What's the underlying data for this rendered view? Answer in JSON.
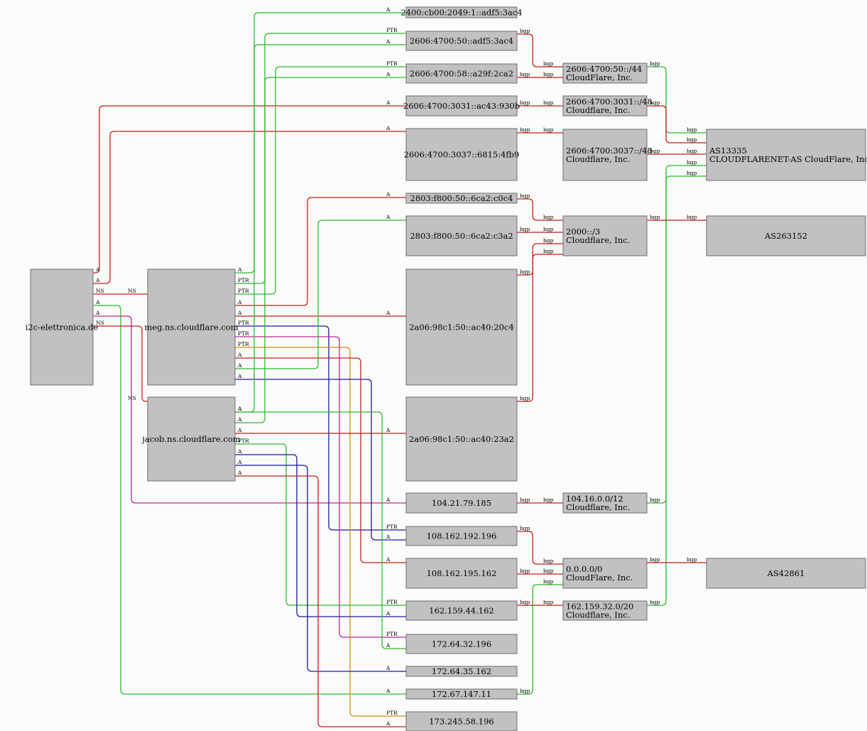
{
  "colors": {
    "red": "#c41e1e",
    "green": "#2eb82e",
    "magenta": "#c0239a",
    "blue": "#1a1a9e",
    "orange": "#d98c10",
    "node_fill": "#c2c0c2"
  },
  "nodes": [
    {
      "id": "domain",
      "lines": [
        "i2c-elettronica.de"
      ]
    },
    {
      "id": "meg",
      "lines": [
        "meg.ns.cloudflare.com"
      ]
    },
    {
      "id": "jacob",
      "lines": [
        "jacob.ns.cloudflare.com"
      ]
    },
    {
      "id": "ip1",
      "lines": [
        "2400:cb00:2049:1::adf5:3ac4"
      ]
    },
    {
      "id": "ip2",
      "lines": [
        "2606:4700:50::adf5:3ac4"
      ]
    },
    {
      "id": "ip3",
      "lines": [
        "2606:4700:58::a29f:2ca2"
      ]
    },
    {
      "id": "ip4",
      "lines": [
        "2606:4700:3031::ac43:930b"
      ]
    },
    {
      "id": "ip5",
      "lines": [
        "2606:4700:3037::6815:4fb9"
      ]
    },
    {
      "id": "ip6",
      "lines": [
        "2803:f800:50::6ca2:c0c4"
      ]
    },
    {
      "id": "ip7",
      "lines": [
        "2803:f800:50::6ca2:c3a2"
      ]
    },
    {
      "id": "ip8",
      "lines": [
        "2a06:98c1:50::ac40:20c4"
      ]
    },
    {
      "id": "ip9",
      "lines": [
        "2a06:98c1:50::ac40:23a2"
      ]
    },
    {
      "id": "ip10",
      "lines": [
        "104.21.79.185"
      ]
    },
    {
      "id": "ip11",
      "lines": [
        "108.162.192.196"
      ]
    },
    {
      "id": "ip12",
      "lines": [
        "108.162.195.162"
      ]
    },
    {
      "id": "ip13",
      "lines": [
        "162.159.44.162"
      ]
    },
    {
      "id": "ip14",
      "lines": [
        "172.64.32.196"
      ]
    },
    {
      "id": "ip15",
      "lines": [
        "172.64.35.162"
      ]
    },
    {
      "id": "ip16",
      "lines": [
        "172.67.147.11"
      ]
    },
    {
      "id": "ip17",
      "lines": [
        "173.245.58.196"
      ]
    },
    {
      "id": "pf1",
      "lines": [
        "2606:4700:50::/44",
        "CloudFlare, Inc."
      ]
    },
    {
      "id": "pf2",
      "lines": [
        "2606:4700:3031::/48",
        "Cloudflare, Inc."
      ]
    },
    {
      "id": "pf3",
      "lines": [
        "2606:4700:3037::/48",
        "Cloudflare, Inc."
      ]
    },
    {
      "id": "pf4",
      "lines": [
        "2000::/3",
        "Cloudflare, Inc."
      ]
    },
    {
      "id": "pf5",
      "lines": [
        "104.16.0.0/12",
        "Cloudflare, Inc."
      ]
    },
    {
      "id": "pf6",
      "lines": [
        "0.0.0.0/0",
        "CloudFlare, Inc."
      ]
    },
    {
      "id": "pf7",
      "lines": [
        "162.159.32.0/20",
        "Cloudflare, Inc."
      ]
    },
    {
      "id": "as1",
      "lines": [
        "AS13335",
        "CLOUDFLARENET-AS CloudFlare, Inc."
      ]
    },
    {
      "id": "as2",
      "lines": [
        "AS263152"
      ]
    },
    {
      "id": "as3",
      "lines": [
        "AS42861"
      ]
    }
  ],
  "edges": [
    {
      "from": "domain",
      "to": "ip4",
      "label": "A",
      "color": "red"
    },
    {
      "from": "domain",
      "to": "ip5",
      "label": "A",
      "color": "red"
    },
    {
      "from": "domain",
      "to": "meg",
      "label": "NS",
      "color": "red"
    },
    {
      "from": "domain",
      "to": "ip16",
      "label": "A",
      "color": "green"
    },
    {
      "from": "domain",
      "to": "ip10",
      "label": "A",
      "color": "magenta"
    },
    {
      "from": "domain",
      "to": "jacob",
      "label": "NS",
      "color": "red"
    },
    {
      "from": "meg",
      "to": "ip1",
      "label": "A",
      "color": "green"
    },
    {
      "from": "meg",
      "to": "ip2",
      "label": "PTR",
      "color": "green"
    },
    {
      "from": "meg",
      "to": "ip3",
      "label": "PTR",
      "color": "green"
    },
    {
      "from": "meg",
      "to": "ip6",
      "label": "A",
      "color": "red"
    },
    {
      "from": "meg",
      "to": "ip8",
      "label": "A",
      "color": "red"
    },
    {
      "from": "meg",
      "to": "ip11",
      "label": "PTR",
      "color": "blue"
    },
    {
      "from": "meg",
      "to": "ip14",
      "label": "PTR",
      "color": "magenta"
    },
    {
      "from": "meg",
      "to": "ip17",
      "label": "PTR",
      "color": "orange"
    },
    {
      "from": "meg",
      "to": "ip12",
      "label": "A",
      "color": "red"
    },
    {
      "from": "meg",
      "to": "ip7",
      "label": "A",
      "color": "green"
    },
    {
      "from": "meg",
      "to": "ip11",
      "label": "A",
      "color": "blue"
    },
    {
      "from": "jacob",
      "to": "ip2",
      "label": "A",
      "color": "green"
    },
    {
      "from": "jacob",
      "to": "ip3",
      "label": "A",
      "color": "green"
    },
    {
      "from": "jacob",
      "to": "ip9",
      "label": "A",
      "color": "red"
    },
    {
      "from": "jacob",
      "to": "ip13",
      "label": "PTR",
      "color": "green"
    },
    {
      "from": "jacob",
      "to": "ip13",
      "label": "A",
      "color": "blue"
    },
    {
      "from": "jacob",
      "to": "ip15",
      "label": "A",
      "color": "blue"
    },
    {
      "from": "jacob",
      "to": "ip17",
      "label": "A",
      "color": "red"
    },
    {
      "from": "meg",
      "to": "ip14",
      "label": "A",
      "color": "green"
    },
    {
      "from": "ip2",
      "to": "pf1",
      "label": "bgp",
      "color": "red"
    },
    {
      "from": "ip3",
      "to": "pf1",
      "label": "bgp",
      "color": "red"
    },
    {
      "from": "ip4",
      "to": "pf2",
      "label": "bgp",
      "color": "red"
    },
    {
      "from": "ip5",
      "to": "pf3",
      "label": "bgp",
      "color": "red"
    },
    {
      "from": "ip6",
      "to": "pf4",
      "label": "bgp",
      "color": "red"
    },
    {
      "from": "ip7",
      "to": "pf4",
      "label": "bgp",
      "color": "red"
    },
    {
      "from": "ip8",
      "to": "pf4",
      "label": "bgp",
      "color": "red"
    },
    {
      "from": "ip9",
      "to": "pf4",
      "label": "bgp",
      "color": "red"
    },
    {
      "from": "ip10",
      "to": "pf5",
      "label": "bgp",
      "color": "red"
    },
    {
      "from": "ip11",
      "to": "pf6",
      "label": "bgp",
      "color": "red"
    },
    {
      "from": "ip12",
      "to": "pf6",
      "label": "bgp",
      "color": "red"
    },
    {
      "from": "ip16",
      "to": "pf6",
      "label": "bgp",
      "color": "green"
    },
    {
      "from": "ip13",
      "to": "pf7",
      "label": "bgp",
      "color": "red"
    },
    {
      "from": "pf1",
      "to": "as1",
      "label": "bgp",
      "color": "green"
    },
    {
      "from": "pf2",
      "to": "as1",
      "label": "bgp",
      "color": "red"
    },
    {
      "from": "pf3",
      "to": "as1",
      "label": "bgp",
      "color": "red"
    },
    {
      "from": "pf5",
      "to": "as1",
      "label": "bgp",
      "color": "green"
    },
    {
      "from": "pf7",
      "to": "as1",
      "label": "bgp",
      "color": "green"
    },
    {
      "from": "pf4",
      "to": "as2",
      "label": "bgp",
      "color": "red"
    },
    {
      "from": "pf6",
      "to": "as3",
      "label": "bgp",
      "color": "red"
    }
  ]
}
